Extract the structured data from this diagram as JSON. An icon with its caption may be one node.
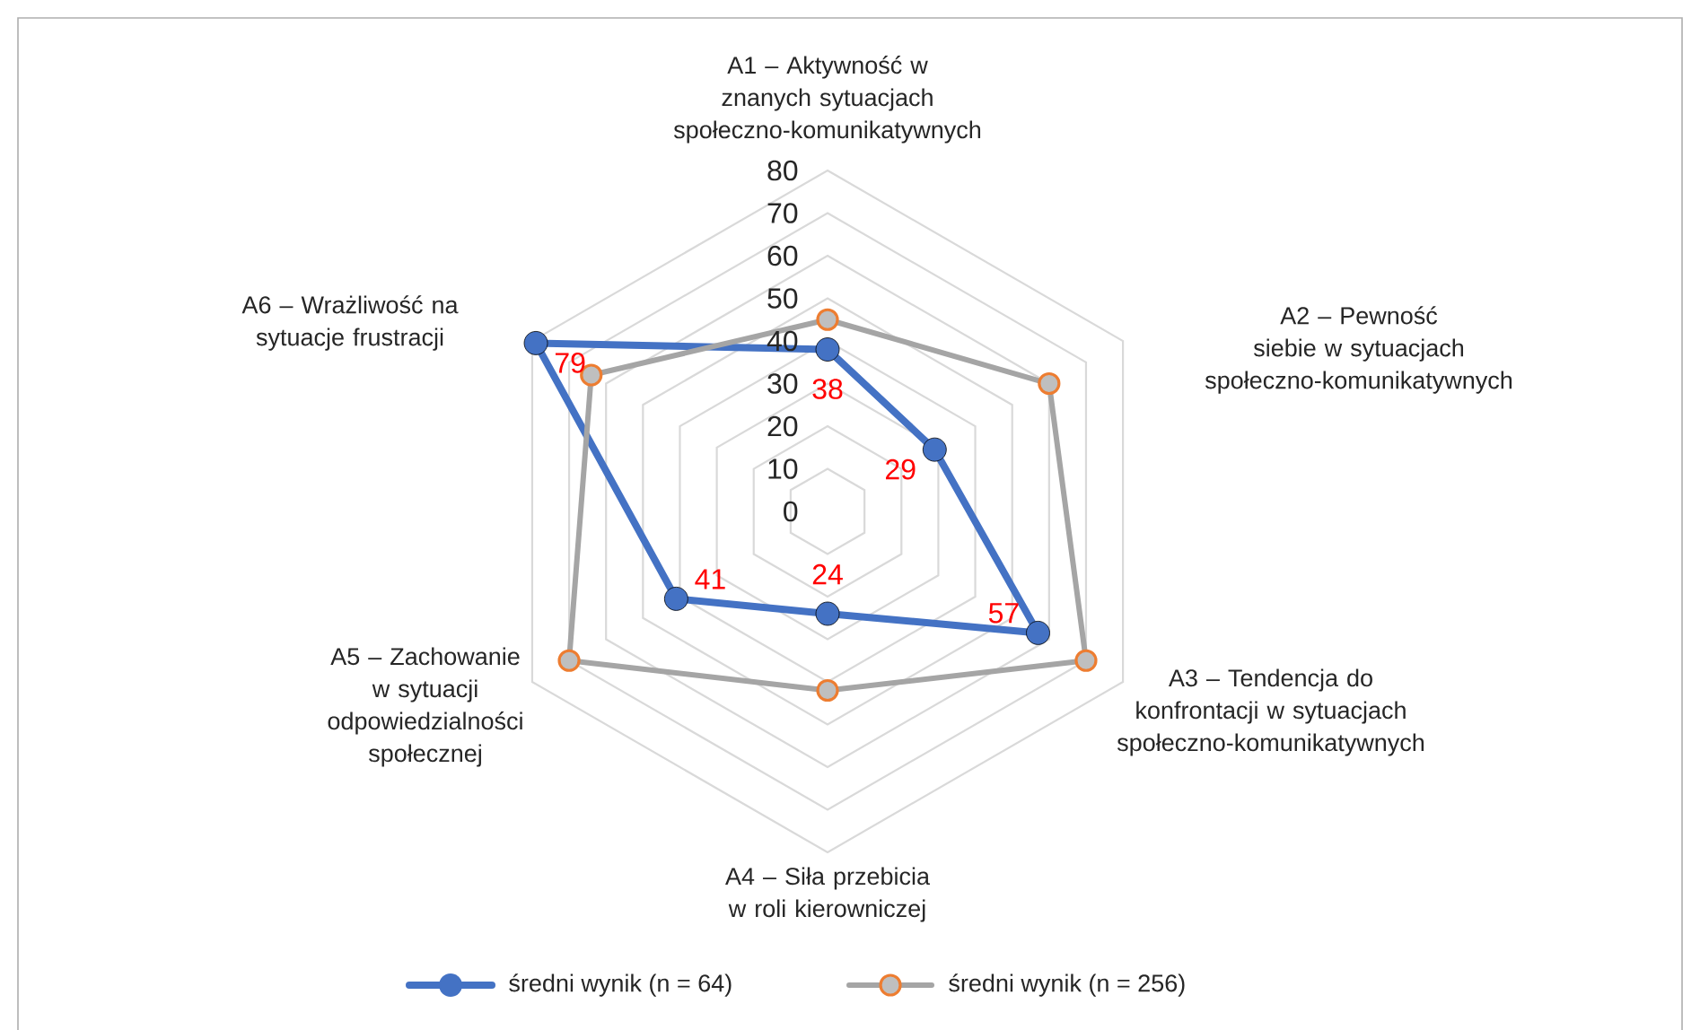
{
  "diagram": {
    "labels": [
      "A1 – Aktywność w znanych sytuacjach społeczno-komunikatywnych",
      "80",
      "70",
      "60",
      "50",
      "40",
      "30",
      "20",
      "10",
      "0",
      "A6 – Wrażliwość na sytuacje frustracji",
      "A2 – Pewność siebie w sytuacjach społeczno-komunikatywnych",
      "79",
      "38",
      "29",
      "41",
      "24",
      "57",
      "A5 – Zachowanie w sytuacji odpowiedzialności społecznej",
      "A3 – Tendencja do konfrontacji w sytuacjach społeczno-komunikatywnych",
      "A4 – Siła przebicia w roli kierowniczej"
    ],
    "legend": [
      {
        "text": "średni wynik (n = 64)"
      },
      {
        "text": "średni wynik (n = 256)"
      }
    ]
  }
}
